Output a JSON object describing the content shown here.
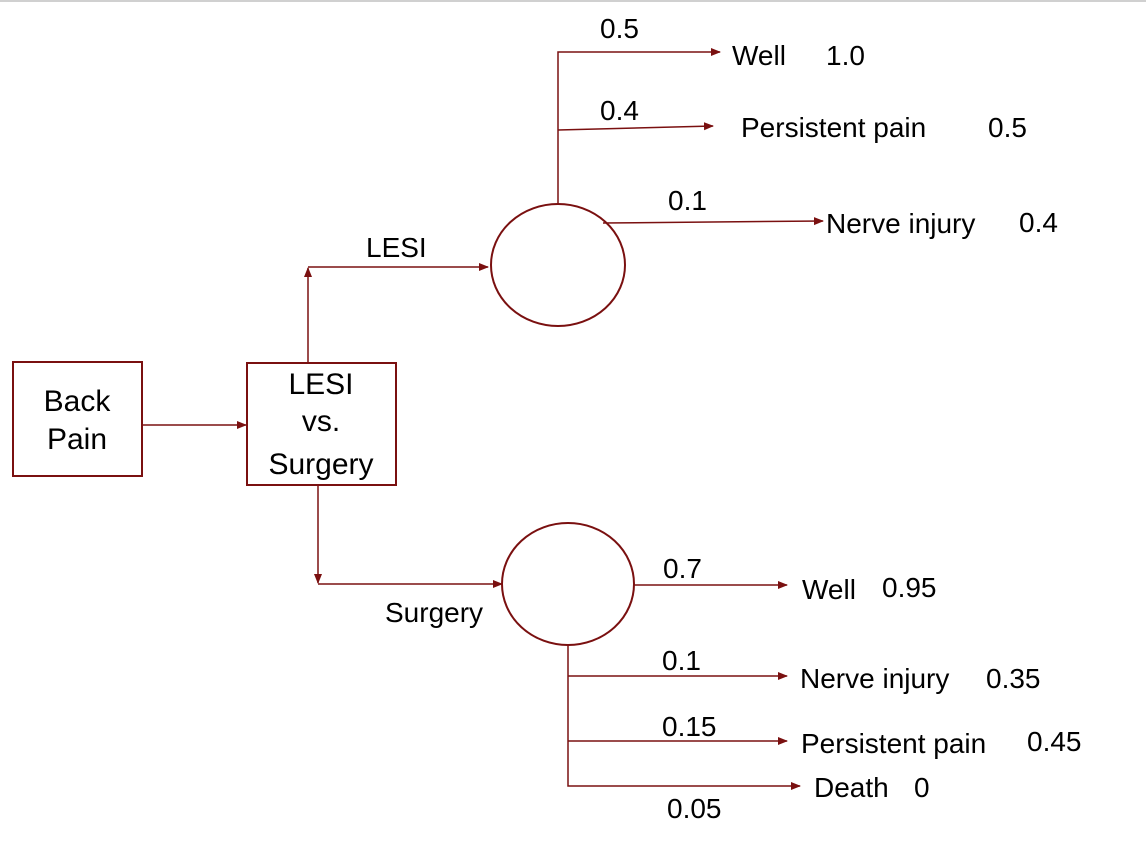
{
  "colors": {
    "line": "#7a1010",
    "text": "#000000",
    "background": "#ffffff"
  },
  "nodes": {
    "back_pain": {
      "lines": [
        "Back",
        "Pain"
      ]
    },
    "decision": {
      "lines": [
        "LESI",
        "vs.",
        "Surgery"
      ]
    }
  },
  "branches": {
    "lesi_label": "LESI",
    "surgery_label": "Surgery"
  },
  "lesi_outcomes": [
    {
      "probability": "0.5",
      "outcome": "Well",
      "utility": "1.0"
    },
    {
      "probability": "0.4",
      "outcome": "Persistent pain",
      "utility": "0.5"
    },
    {
      "probability": "0.1",
      "outcome": "Nerve injury",
      "utility": "0.4"
    }
  ],
  "surgery_outcomes": [
    {
      "probability": "0.7",
      "outcome": "Well",
      "utility": "0.95"
    },
    {
      "probability": "0.1",
      "outcome": "Nerve injury",
      "utility": "0.35"
    },
    {
      "probability": "0.15",
      "outcome": "Persistent pain",
      "utility": "0.45"
    },
    {
      "probability": "0.05",
      "outcome": "Death",
      "utility": "0"
    }
  ]
}
